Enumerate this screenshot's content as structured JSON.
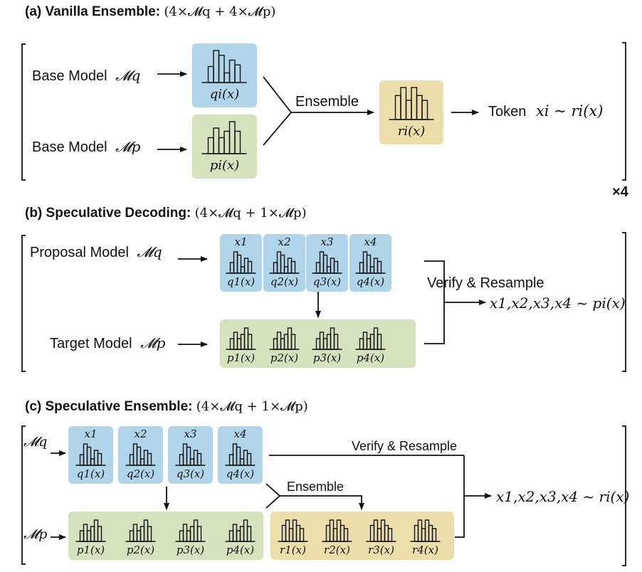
{
  "panels": {
    "a": {
      "title": "(a) Vanilla Ensemble:",
      "formula": "(4×𝓜q + 4×𝓜p)",
      "row_q_label": "Base Model",
      "row_q_model": "𝓜q",
      "row_p_label": "Base Model",
      "row_p_model": "𝓜p",
      "q_caption": "qi(x)",
      "p_caption": "pi(x)",
      "ensemble_label": "Ensemble",
      "r_caption": "ri(x)",
      "output_label": "Token",
      "output_math": "xi ~ ri(x)",
      "repeat": "×4"
    },
    "b": {
      "title": "(b) Speculative Decoding:",
      "formula": "(4×𝓜q + 1×𝓜p)",
      "row_q_label": "Proposal Model",
      "row_q_model": "𝓜q",
      "row_p_label": "Target Model",
      "row_p_model": "𝓜p",
      "tokens": [
        "x1",
        "x2",
        "x3",
        "x4"
      ],
      "q_captions": [
        "q1(x)",
        "q2(x)",
        "q3(x)",
        "q4(x)"
      ],
      "p_captions": [
        "p1(x)",
        "p2(x)",
        "p3(x)",
        "p4(x)"
      ],
      "verify_label": "Verify & Resample",
      "output_math": "x1,x2,x3,x4 ~ pi(x)"
    },
    "c": {
      "title": "(c) Speculative Ensemble:",
      "formula": "(4×𝓜q + 1×𝓜p)",
      "row_q_model": "𝓜q",
      "row_p_model": "𝓜p",
      "tokens": [
        "x1",
        "x2",
        "x3",
        "x4"
      ],
      "q_captions": [
        "q1(x)",
        "q2(x)",
        "q3(x)",
        "q4(x)"
      ],
      "p_captions": [
        "p1(x)",
        "p2(x)",
        "p3(x)",
        "p4(x)"
      ],
      "r_captions": [
        "r1(x)",
        "r2(x)",
        "r3(x)",
        "r4(x)"
      ],
      "verify_label": "Verify & Resample",
      "ensemble_label": "Ensemble",
      "output_math": "x1,x2,x3,x4 ~ ri(x)"
    }
  },
  "distributions": {
    "q": [
      0.5,
      1.0,
      0.85,
      0.3,
      0.7,
      0.55
    ],
    "p": [
      0.5,
      0.8,
      0.5,
      0.7,
      1.0,
      0.7
    ],
    "r": [
      0.75,
      1.0,
      0.6,
      1.0,
      0.75,
      0.6
    ]
  },
  "colors": {
    "blue": "#b0d4ea",
    "green": "#d6e2bd",
    "gold": "#ecdeaa",
    "ink": "#111111"
  }
}
